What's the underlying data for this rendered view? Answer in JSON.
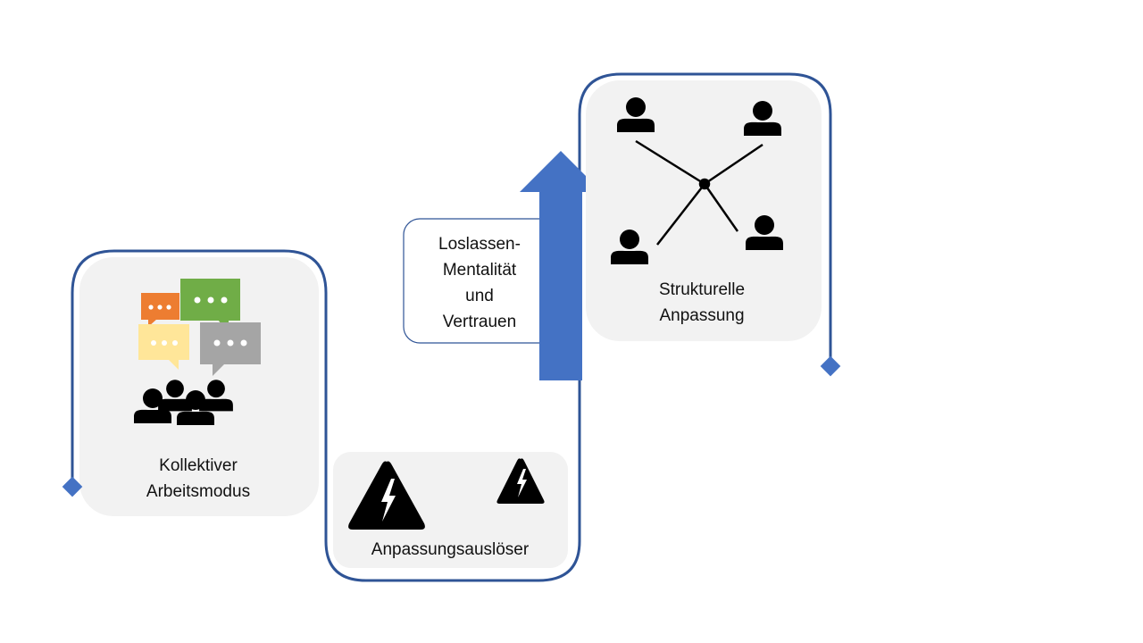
{
  "colors": {
    "box_fill": "#f2f2f2",
    "path_stroke": "#2f5496",
    "arrow_fill": "#4472c4",
    "icon_black": "#000000",
    "bubble_orange": "#ed7d31",
    "bubble_green": "#70ad47",
    "bubble_yellow": "#ffe699",
    "bubble_gray": "#a5a5a5"
  },
  "stages": {
    "collective": {
      "line1": "Kollektiver",
      "line2": "Arbeitsmodus",
      "icons": [
        "speech-bubble-icon",
        "people-group-icon"
      ]
    },
    "trigger": {
      "label": "Anpassungsauslöser",
      "icons": [
        "warning-bolt-icon",
        "warning-bolt-icon"
      ]
    },
    "structural": {
      "line1": "Strukturelle",
      "line2": "Anpassung",
      "icons": [
        "person-icon",
        "network-hub-icon"
      ]
    }
  },
  "arrow_callout": {
    "line1": "Loslassen-",
    "line2": "Mentalität",
    "line3": "und",
    "line4": "Vertrauen"
  }
}
